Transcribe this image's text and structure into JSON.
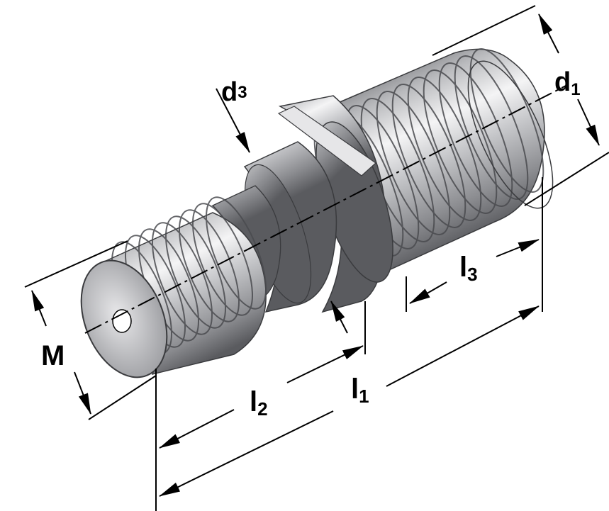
{
  "labels": {
    "d1": {
      "main": "d",
      "sub": "1"
    },
    "d3": {
      "main": "d",
      "sub": "3"
    },
    "M": {
      "main": "M"
    },
    "l1": {
      "main": "l",
      "sub": "1"
    },
    "l2": {
      "main": "l",
      "sub": "2"
    },
    "l3": {
      "main": "l",
      "sub": "3"
    }
  },
  "colors": {
    "line": "#000000",
    "steel_dark": "#5f6064",
    "steel_mid": "#a9aaae",
    "steel_light": "#f2f2f3",
    "steel_edge": "#3a3b3e"
  }
}
